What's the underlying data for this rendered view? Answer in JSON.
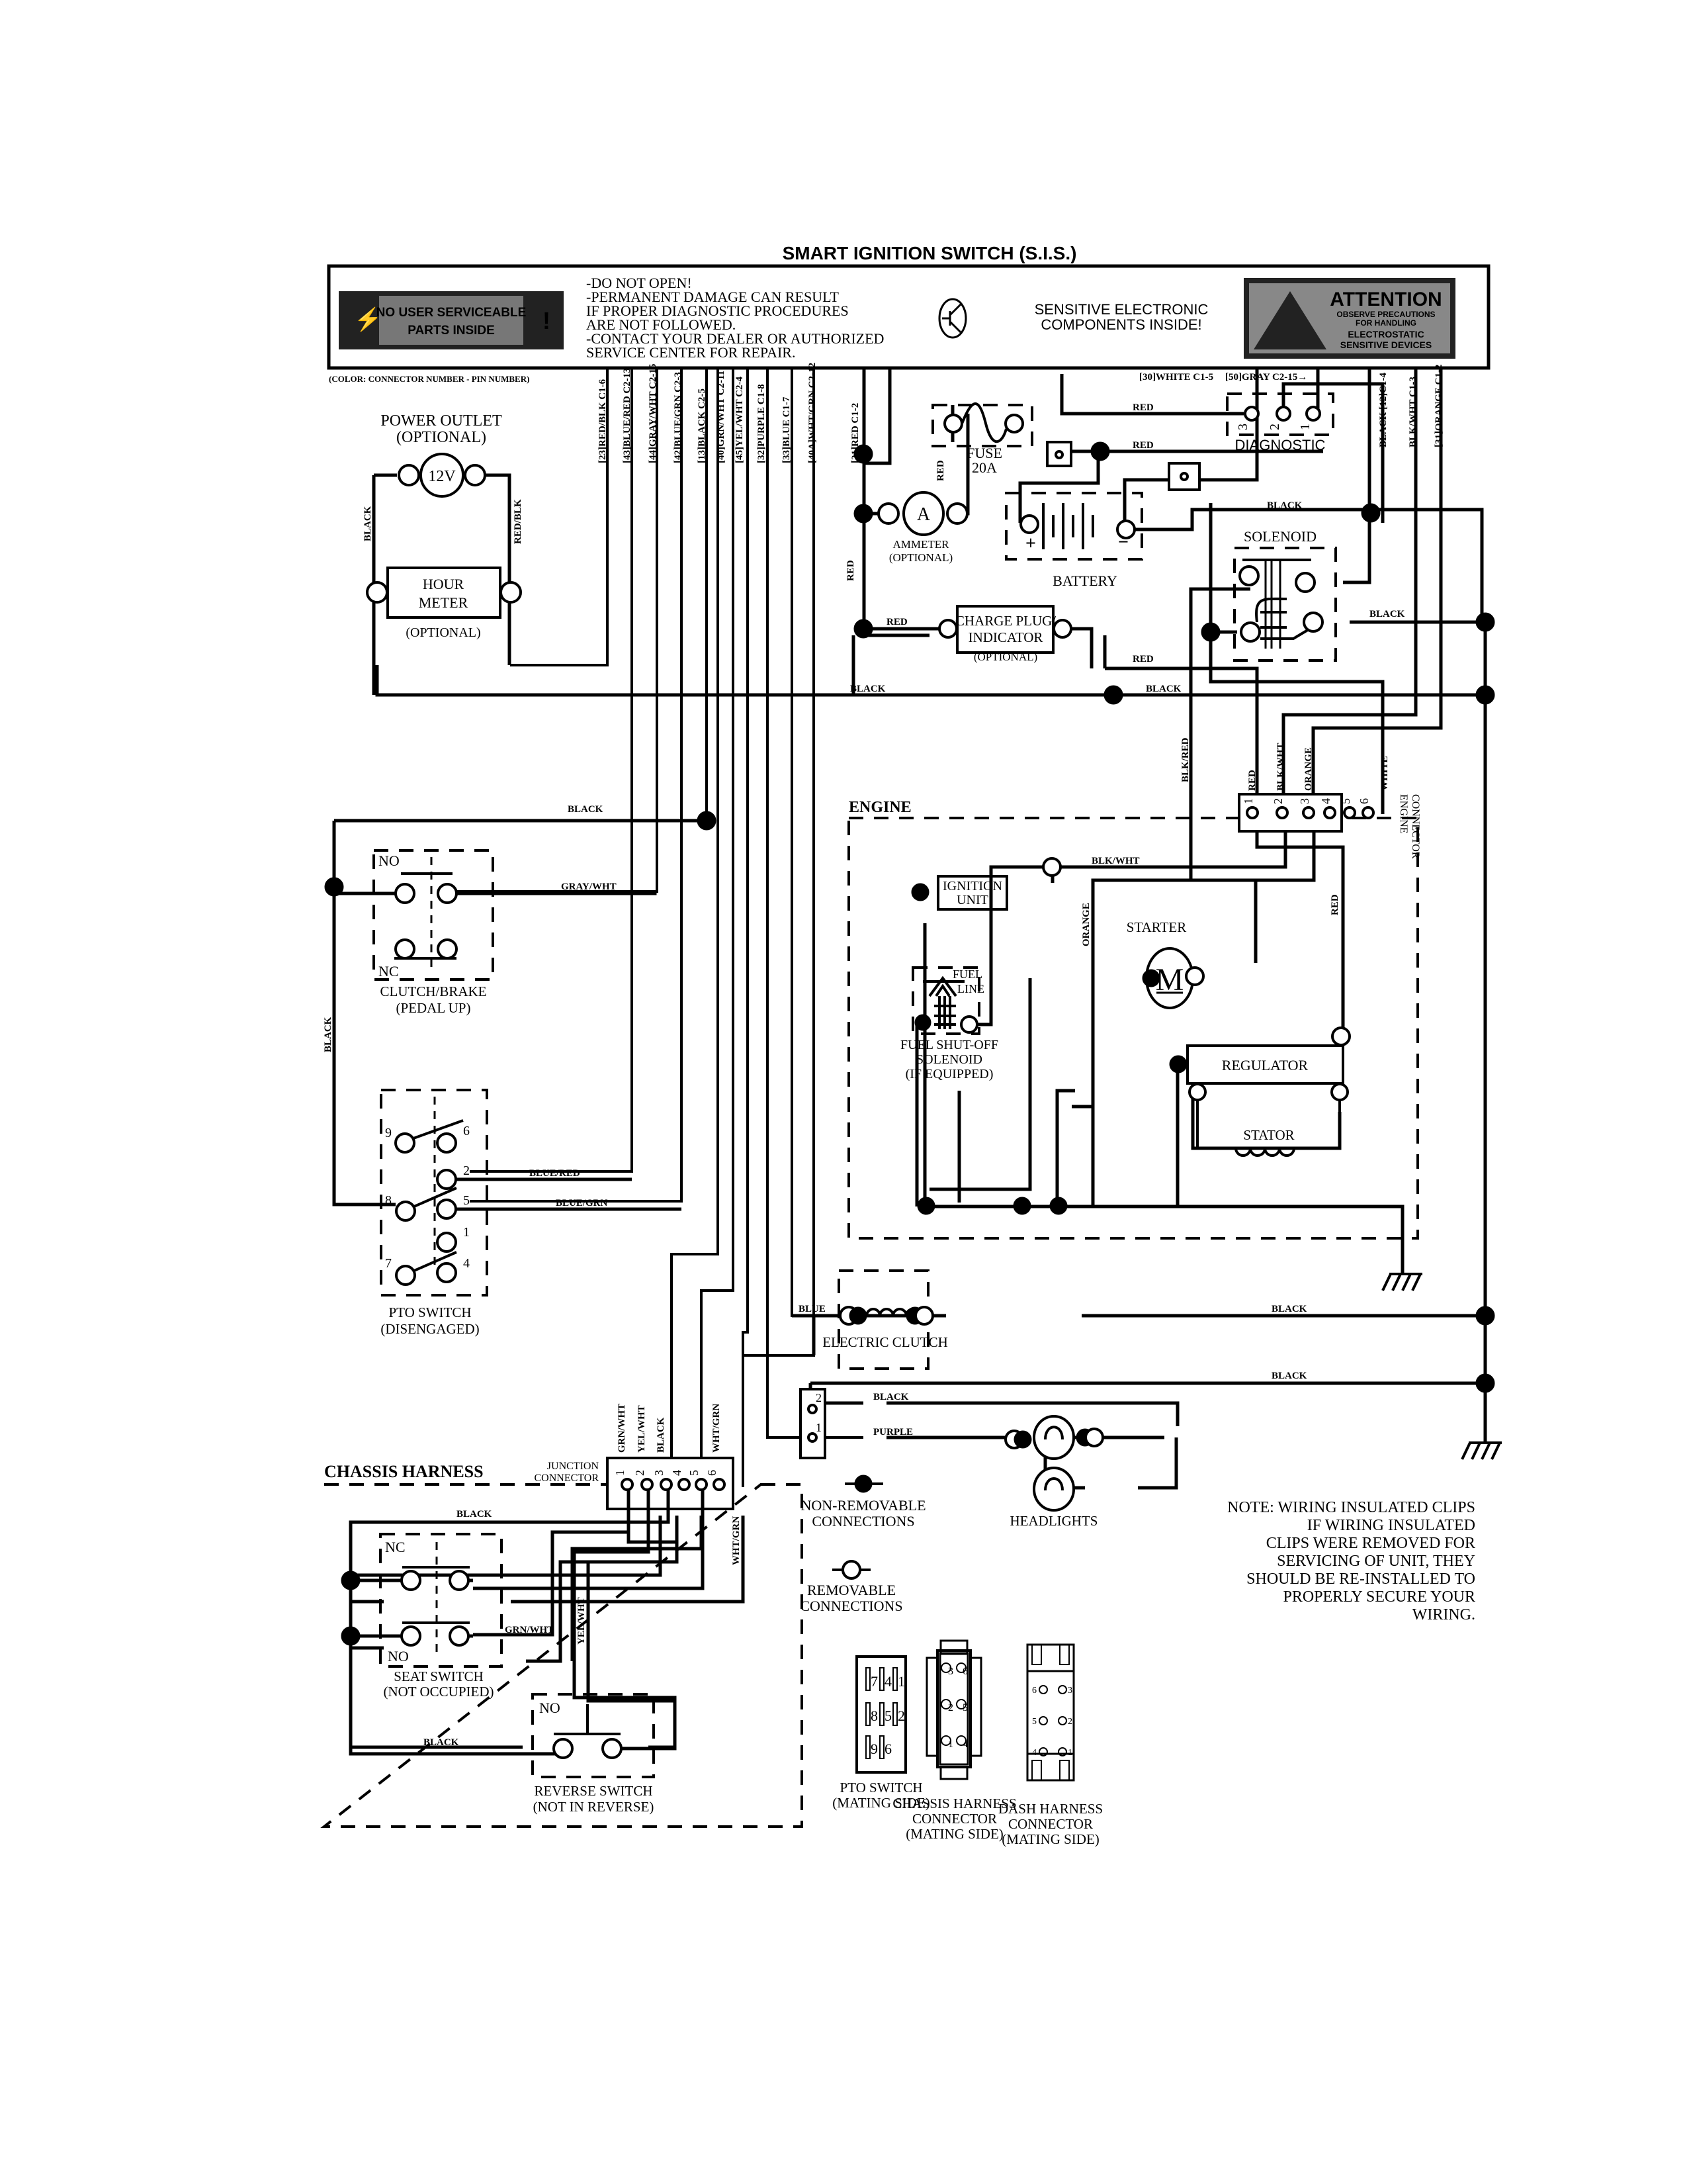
{
  "header": {
    "title": "SMART IGNITION SWITCH (S.I.S.)",
    "warning_badge": {
      "line1": "NO USER SERVICEABLE",
      "line2": "PARTS INSIDE"
    },
    "warnings": [
      "-DO NOT OPEN!",
      "-PERMANENT DAMAGE CAN RESULT",
      " IF PROPER DIAGNOSTIC PROCEDURES",
      " ARE NOT FOLLOWED.",
      "-CONTACT YOUR DEALER OR AUTHORIZED",
      " SERVICE CENTER FOR REPAIR."
    ],
    "sensitive": [
      "SENSITIVE ELECTRONIC",
      "COMPONENTS INSIDE!"
    ],
    "attention": {
      "title": "ATTENTION",
      "l1": "OBSERVE PRECAUTIONS",
      "l2": "FOR HANDLING",
      "l3": "ELECTROSTATIC",
      "l4": "SENSITIVE DEVICES"
    },
    "legend": "(COLOR: CONNECTOR NUMBER - PIN NUMBER)"
  },
  "sis_wires": [
    "[23]RED/BLK C1-6",
    "[43]BLUE/RED C2-13",
    "[44]GRAY/WHT C2-15",
    "[42]BLUE/GRN C2-3",
    "[13]BLACK C2-5",
    "[40]GRN/WHT C2-11",
    "[45]YEL/WHT C2-4",
    "[32]PURPLE C1-8",
    "[33]BLUE C1-7",
    "[40A]WHT/GRN C2-12",
    "[21]RED C1-2"
  ],
  "sis_wires_right": {
    "white": "[30]WHITE C1-5",
    "gray": "[50]GRAY C2-15→",
    "black": "BLACK [12]C1-4",
    "blkwht": "BLK/WHT C1-3",
    "orange": "[31]ORANGE C1-2"
  },
  "components": {
    "power_outlet": {
      "title": "POWER OUTLET",
      "sub": "(OPTIONAL)",
      "value": "12V"
    },
    "hour_meter": {
      "l1": "HOUR",
      "l2": "METER",
      "sub": "(OPTIONAL)"
    },
    "fuse": {
      "l1": "FUSE",
      "l2": "20A"
    },
    "ammeter": {
      "symbol": "A",
      "l1": "AMMETER",
      "l2": "(OPTIONAL)"
    },
    "battery": {
      "label": "BATTERY",
      "plus": "+",
      "minus": "−"
    },
    "diagnostic": {
      "label": "DIAGNOSTIC",
      "pins": [
        "3",
        "2",
        "1"
      ]
    },
    "solenoid": {
      "label": "SOLENOID"
    },
    "charge_plug": {
      "l1": "CHARGE PLUG/",
      "l2": "INDICATOR",
      "sub": "(OPTIONAL)"
    },
    "engine": {
      "label": "ENGINE",
      "connector_l1": "ENGINE",
      "connector_l2": "CONNECTOR",
      "pins": [
        "1",
        "2",
        "3",
        "4",
        "5",
        "6"
      ]
    },
    "ignition_unit": {
      "l1": "IGNITION",
      "l2": "UNIT"
    },
    "starter": {
      "label": "STARTER",
      "symbol": "M"
    },
    "fuel_solenoid": {
      "line1": "FUEL",
      "line2": "LINE",
      "l1": "FUEL SHUT-OFF",
      "l2": "SOLENOID",
      "l3": "(IF EQUIPPED)"
    },
    "regulator": {
      "label": "REGULATOR"
    },
    "stator": {
      "label": "STATOR"
    },
    "clutch_brake": {
      "no": "NO",
      "nc": "NC",
      "l1": "CLUTCH/BRAKE",
      "l2": "(PEDAL UP)"
    },
    "pto_switch": {
      "pins": [
        "9",
        "6",
        "2",
        "8",
        "5",
        "1",
        "7",
        "4"
      ],
      "l1": "PTO SWITCH",
      "l2": "(DISENGAGED)"
    },
    "electric_clutch": {
      "label": "ELECTRIC CLUTCH"
    },
    "headlights": {
      "label": "HEADLIGHTS",
      "pins": [
        "2",
        "1"
      ]
    },
    "chassis_harness": {
      "label": "CHASSIS HARNESS",
      "junction_l1": "JUNCTION",
      "junction_l2": "CONNECTOR",
      "pins": [
        "1",
        "2",
        "3",
        "4",
        "5",
        "6"
      ]
    },
    "seat_switch": {
      "nc": "NC",
      "no": "NO",
      "l1": "SEAT SWITCH",
      "l2": "(NOT OCCUPIED)"
    },
    "reverse_switch": {
      "no": "NO",
      "l1": "REVERSE SWITCH",
      "l2": "(NOT IN REVERSE)"
    }
  },
  "wire_labels": {
    "black": "BLACK",
    "red": "RED",
    "red_blk": "RED/BLK",
    "gray_wht": "GRAY/WHT",
    "blue_red": "BLUE/RED",
    "blue_grn": "BLUE/GRN",
    "blue": "BLUE",
    "purple": "PURPLE",
    "blk_red": "BLK/RED",
    "blk_wht": "BLK/WHT",
    "orange": "ORANGE",
    "white": "WHITE",
    "grn_wht": "GRN/WHT",
    "yel_wht": "YEL/WHT",
    "wht_grn": "WHT/GRN"
  },
  "legend": {
    "non_removable": {
      "l1": "NON-REMOVABLE",
      "l2": "CONNECTIONS"
    },
    "removable": {
      "l1": "REMOVABLE",
      "l2": "CONNECTIONS"
    }
  },
  "note": [
    "NOTE: WIRING INSULATED CLIPS",
    "IF WIRING INSULATED",
    "CLIPS WERE REMOVED FOR",
    "SERVICING OF UNIT, THEY",
    "SHOULD BE RE-INSTALLED TO",
    "PROPERLY SECURE YOUR",
    "WIRING."
  ],
  "connectors": {
    "pto": {
      "pins": [
        "7",
        "4",
        "1",
        "8",
        "5",
        "2",
        "9",
        "6"
      ],
      "l1": "PTO SWITCH",
      "l2": "(MATING SIDE)"
    },
    "chassis": {
      "pins": [
        "3",
        "6",
        "2",
        "5",
        "1",
        "4"
      ],
      "l1": "CHASSIS HARNESS",
      "l2": "CONNECTOR",
      "l3": "(MATING SIDE)"
    },
    "dash": {
      "pins": [
        "6",
        "3",
        "5",
        "2",
        "4",
        "1"
      ],
      "l1": "DASH HARNESS",
      "l2": "CONNECTOR",
      "l3": "(MATING SIDE)"
    }
  }
}
